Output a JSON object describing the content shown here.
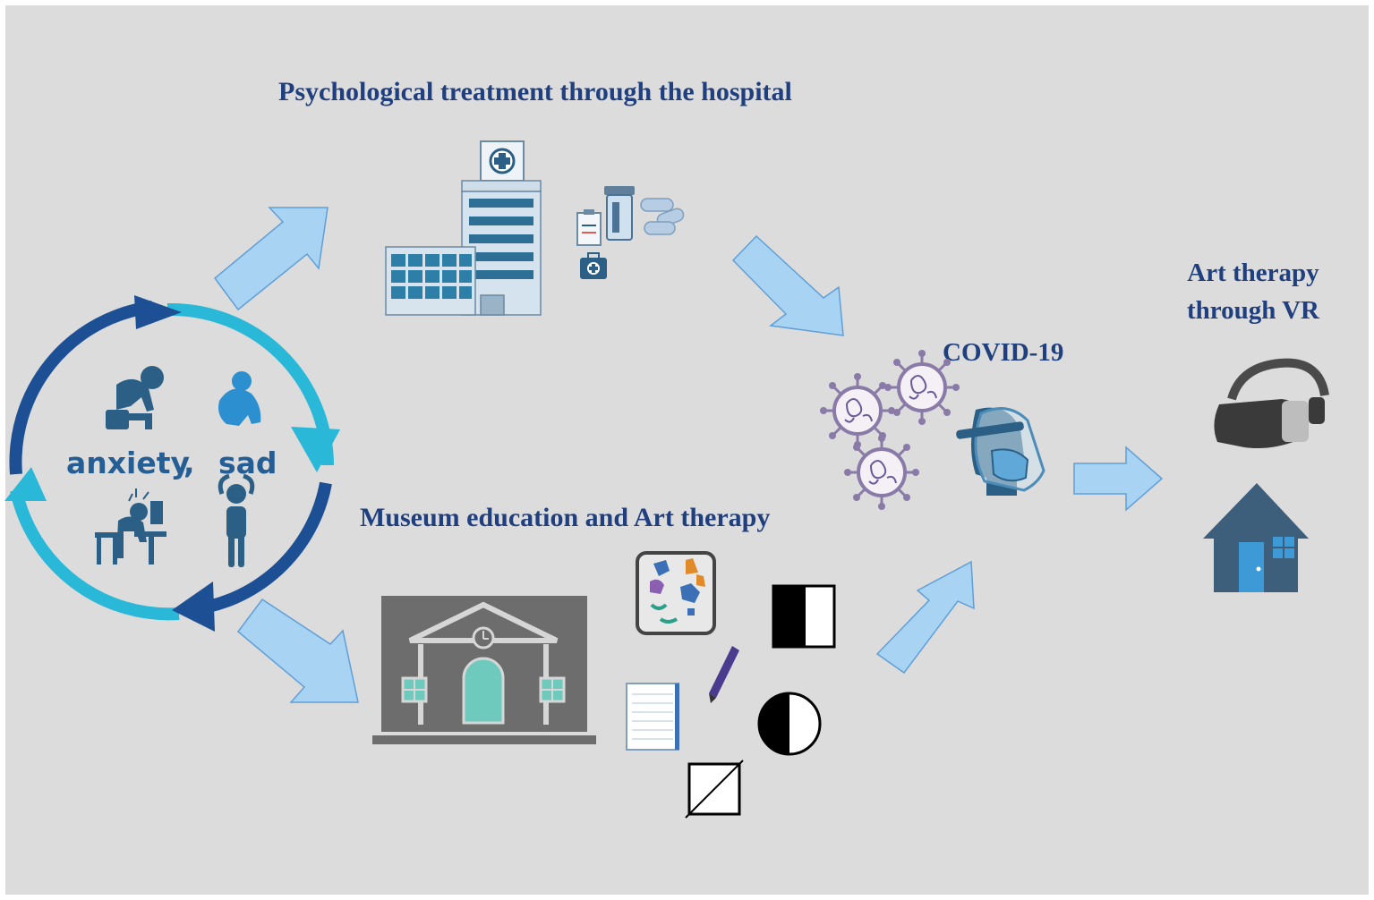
{
  "labels": {
    "hospital_title": "Psychological treatment through the hospital",
    "museum_title": "Museum education and Art therapy",
    "covid": "COVID-19",
    "vr_line1": "Art therapy",
    "vr_line2": "through VR",
    "emotions_word1": "anxiety",
    "emotions_sep": ",",
    "emotions_word2": "sad"
  },
  "colors": {
    "background": "#dcdcdc",
    "arrow_fill": "#a9d3f2",
    "arrow_stroke": "#5f9fd8",
    "cycle_dark": "#1c4f94",
    "cycle_light": "#29b8d8",
    "title_text": "#1f3f7f",
    "icon_blue": "#2c5f85",
    "icon_gray": "#6d6d6d",
    "virus": "#8a7aa8"
  },
  "icons": [
    "hospital-icon",
    "clipboard-icon",
    "pill-bottle-icon",
    "capsule-icon",
    "medical-kit-icon",
    "museum-building-icon",
    "puzzle-icon",
    "notebook-icon",
    "pencil-icon",
    "contrast-square-icon",
    "contrast-circle-icon",
    "slashed-square-icon",
    "virus-icon",
    "face-shield-person-icon",
    "vr-headset-icon",
    "home-icon",
    "sitting-sad-person-icon",
    "crouching-person-icon",
    "stressed-worker-icon",
    "distressed-person-icon"
  ]
}
